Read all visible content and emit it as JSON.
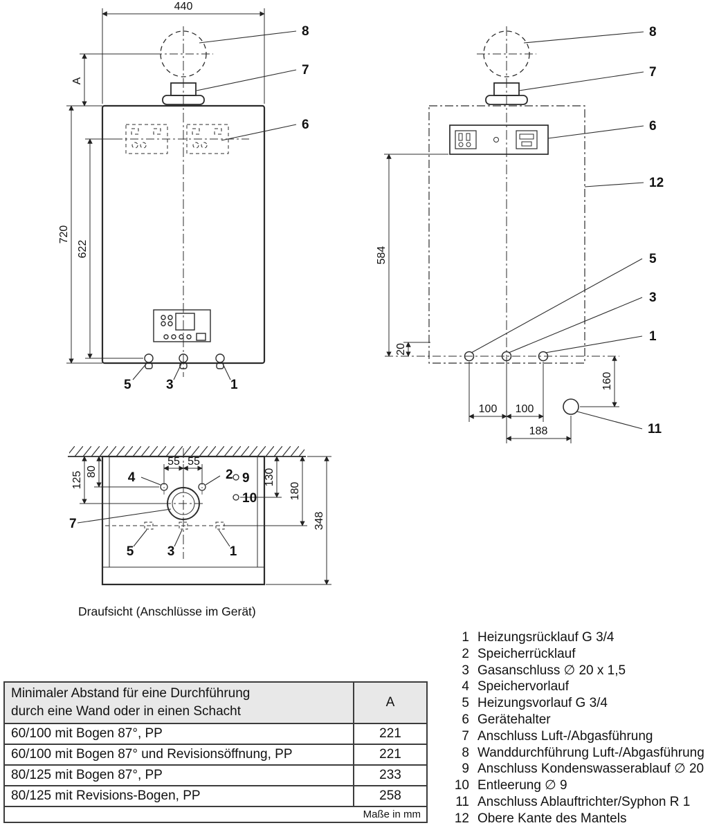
{
  "front": {
    "dim440": "440",
    "dimA": "A",
    "dim720": "720",
    "dim622": "622",
    "c8": "8",
    "c7": "7",
    "c6": "6",
    "c5": "5",
    "c3": "3",
    "c1": "1"
  },
  "rear": {
    "dim584": "584",
    "dim20": "20",
    "dim100a": "100",
    "dim100b": "100",
    "dim188": "188",
    "dim160": "160",
    "c8": "8",
    "c7": "7",
    "c6": "6",
    "c12": "12",
    "c5": "5",
    "c3": "3",
    "c1": "1",
    "c11": "11"
  },
  "top": {
    "dim125": "125",
    "dim80": "80",
    "dim55a": "55",
    "dim55b": "55",
    "dim130": "130",
    "dim180": "180",
    "dim348": "348",
    "c4": "4",
    "c2": "2",
    "c9": "9",
    "c10": "10",
    "c7": "7",
    "c5": "5",
    "c3": "3",
    "c1": "1",
    "caption": "Draufsicht (Anschlüsse im Gerät)"
  },
  "table": {
    "title": "Minimaler Abstand für eine Durchführung\ndurch eine Wand oder in einen Schacht",
    "colA": "A",
    "rows": [
      {
        "label": "60/100 mit Bogen 87°, PP",
        "value": "221"
      },
      {
        "label": "60/100 mit Bogen 87° und Revisionsöffnung, PP",
        "value": "221"
      },
      {
        "label": "80/125 mit Bogen 87°, PP",
        "value": "233"
      },
      {
        "label": "80/125 mit Revisions-Bogen, PP",
        "value": "258"
      }
    ],
    "footer": "Maße in mm"
  },
  "legend": {
    "items": [
      {
        "num": "1",
        "label": "Heizungsrücklauf G 3/4"
      },
      {
        "num": "2",
        "label": "Speicherrücklauf"
      },
      {
        "num": "3",
        "label": "Gasanschluss ∅ 20 x 1,5"
      },
      {
        "num": "4",
        "label": "Speichervorlauf"
      },
      {
        "num": "5",
        "label": "Heizungsvorlauf G 3/4"
      },
      {
        "num": "6",
        "label": "Gerätehalter"
      },
      {
        "num": "7",
        "label": "Anschluss Luft-/Abgasführung"
      },
      {
        "num": "8",
        "label": "Wanddurchführung Luft-/Abgasführung"
      },
      {
        "num": "9",
        "label": "Anschluss Kondenswasserablauf ∅ 20"
      },
      {
        "num": "10",
        "label": "Entleerung ∅ 9"
      },
      {
        "num": "11",
        "label": "Anschluss Ablauftrichter/Syphon R 1"
      },
      {
        "num": "12",
        "label": "Obere Kante des Mantels"
      }
    ]
  }
}
